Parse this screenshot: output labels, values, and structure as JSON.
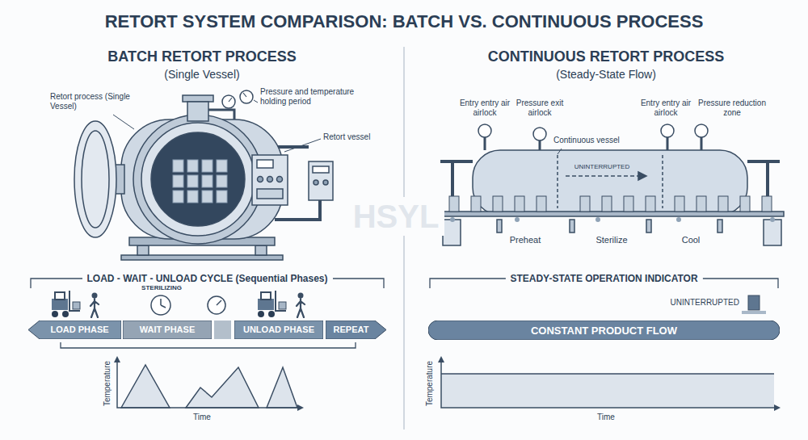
{
  "diagram": {
    "title": "RETORT SYSTEM COMPARISON: BATCH VS. CONTINUOUS PROCESS",
    "nodes": [
      {
        "text": [
          "LOAD - WAIT - UNLOAD CYCLE (Sequential Phases)"
        ]
      },
      {
        "text": [
          "LOAD PHASE"
        ],
        "in": 0
      },
      {
        "text": [
          "WAIT PHASE"
        ],
        "in": 0
      },
      {
        "text": [
          "UNLOAD PHASE"
        ],
        "in": 0
      },
      {
        "text": [
          "REPEAT"
        ],
        "in": 0
      },
      {
        "text": [
          "STEADY-STATE OPERATION INDICATOR"
        ]
      },
      {
        "text": [
          "CONSTANT PRODUCT FLOW"
        ],
        "in": 5
      }
    ],
    "labels": [
      "BATCH RETORT PROCESS",
      "(Single Vessel)",
      "Retort process (Single Vessel)",
      "Pressure and temperature holding period",
      "Retort vessel",
      "STERILIZING",
      "Temperature",
      "Time",
      "CONTINUOUS RETORT PROCESS",
      "(Steady-State Flow)",
      "Entry entry air airlock",
      "Pressure exit airlock",
      "Continuous vessel",
      "Entry entry air airlock",
      "Pressure reduction zone",
      "UNINTERRUPTED",
      "Preheat",
      "Sterilize",
      "Cool",
      "UNINTERRUPTED",
      "Temperature",
      "Time",
      "HSYL"
    ]
  }
}
